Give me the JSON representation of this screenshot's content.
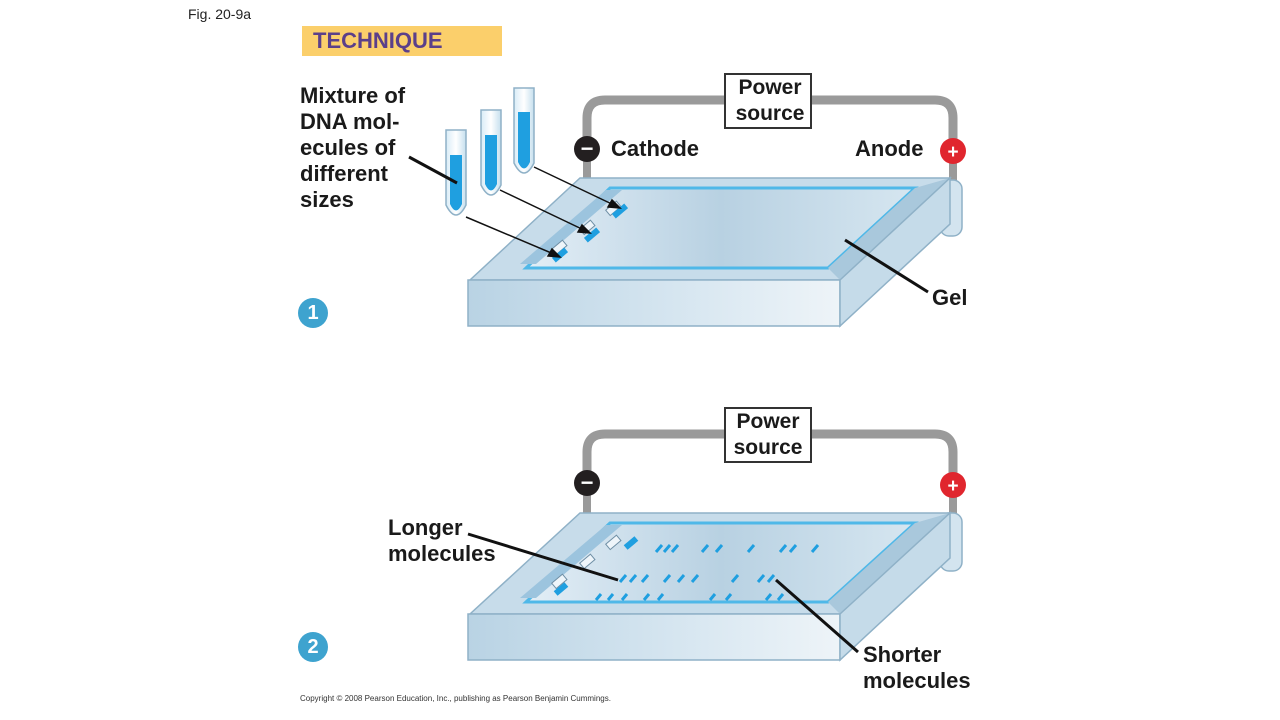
{
  "figure_label": "Fig. 20-9a",
  "header": {
    "banner": "TECHNIQUE"
  },
  "panel1": {
    "step": "1",
    "mixture_label": [
      "Mixture of",
      "DNA mol-",
      "ecules of",
      "different",
      "sizes"
    ],
    "power_source": [
      "Power",
      "source"
    ],
    "cathode": "Cathode",
    "anode": "Anode",
    "gel": "Gel",
    "minus_sign": "−",
    "plus_sign": "+"
  },
  "panel2": {
    "step": "2",
    "power_source": [
      "Power",
      "source"
    ],
    "longer_label": [
      "Longer",
      "molecules"
    ],
    "shorter_label": [
      "Shorter",
      "molecules"
    ],
    "minus_sign": "−",
    "plus_sign": "+"
  },
  "copyright": "Copyright © 2008 Pearson Education, Inc., publishing as Pearson Benjamin Cummings.",
  "colors": {
    "banner": "#fbcf6b",
    "banner_text": "#5b3f8a",
    "dna_blue": "#1f9fe0",
    "step_circle": "#3ea3cf",
    "anode_red": "#e0262e",
    "cathode_black": "#231f20"
  }
}
